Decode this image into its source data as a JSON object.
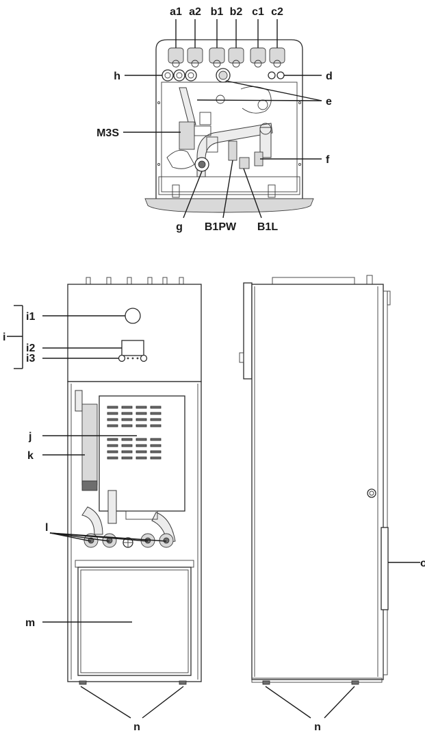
{
  "labels": {
    "a1": "a1",
    "a2": "a2",
    "b1": "b1",
    "b2": "b2",
    "c1": "c1",
    "c2": "c2",
    "h": "h",
    "d": "d",
    "e": "e",
    "M3S": "M3S",
    "f": "f",
    "g": "g",
    "B1PW": "B1PW",
    "B1L": "B1L",
    "i": "i",
    "i1": "i1",
    "i2": "i2",
    "i3": "i3",
    "j": "j",
    "k": "k",
    "l": "l",
    "m": "m",
    "n_front": "n",
    "n_side": "n",
    "o": "o"
  },
  "colors": {
    "line": "#1a1a1a",
    "panel": "#d9d9d9",
    "dark": "#6e6e6e"
  }
}
